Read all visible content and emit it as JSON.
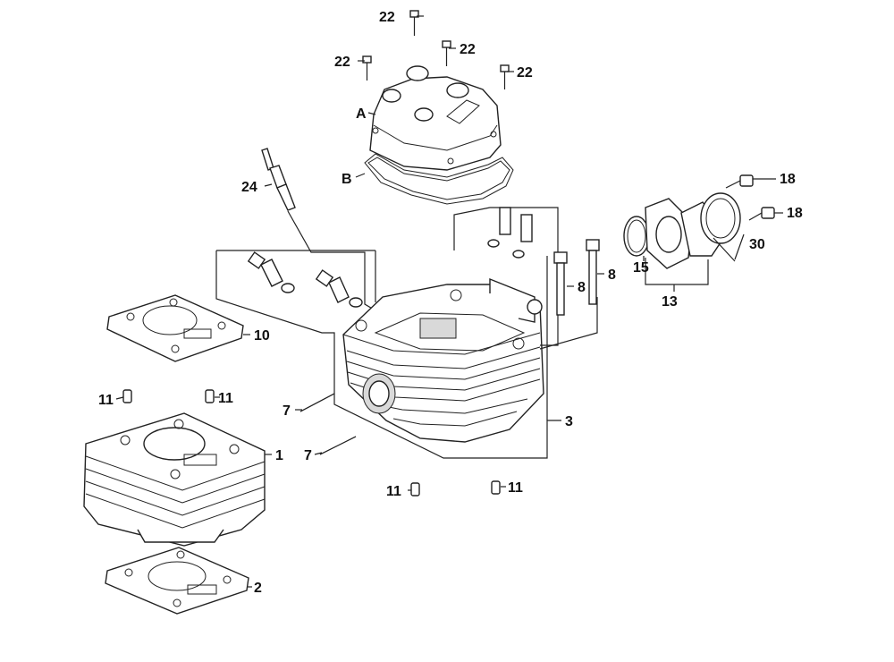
{
  "callouts": {
    "c1": "1",
    "c2": "2",
    "c3": "3",
    "c7a": "7",
    "c7b": "7",
    "c8a": "8",
    "c8b": "8",
    "c10": "10",
    "c11a": "11",
    "c11b": "11",
    "c11c": "11",
    "c11d": "11",
    "c13": "13",
    "c15": "15",
    "c18a": "18",
    "c18b": "18",
    "c22a": "22",
    "c22b": "22",
    "c22c": "22",
    "c22d": "22",
    "c24": "24",
    "c30": "30",
    "cA": "A",
    "cB": "B"
  }
}
